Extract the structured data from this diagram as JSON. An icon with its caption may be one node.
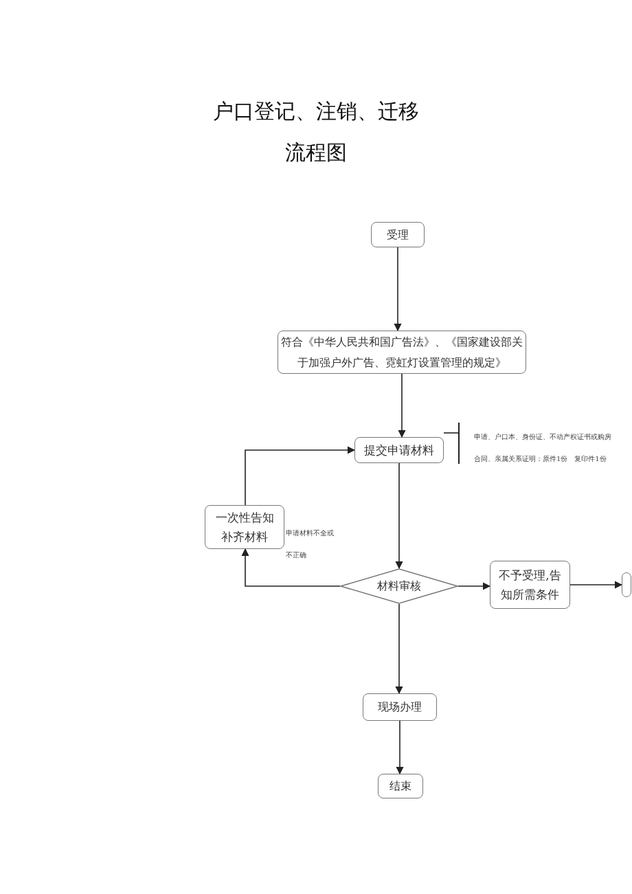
{
  "diagram": {
    "title": "户口登记、注销、迁移流程图",
    "nodes": [
      {
        "text": [
          "受理"
        ]
      },
      {
        "text": [
          "符合《中华人民共和国广告法》、《国家建设部关于加强户外广告、霓虹灯设置管理的规定》"
        ]
      },
      {
        "text": [
          "提交申请材料"
        ]
      },
      {
        "text": [
          "申请、户口本、身份证、不动产权证书或购房合同、亲属关系证明：原件1份　复印件1份"
        ]
      },
      {
        "text": [
          "一次性告知补齐材料"
        ]
      },
      {
        "text": [
          "材料审核"
        ]
      },
      {
        "text": [
          "不予受理,告知所需条件"
        ]
      },
      {
        "text": [],
        "shape": "box"
      },
      {
        "text": [
          "现场办理"
        ]
      },
      {
        "text": [
          "结束"
        ]
      }
    ],
    "edges": [
      {
        "from": 0,
        "to": 1,
        "arrow": "to"
      },
      {
        "from": 1,
        "to": 2,
        "arrow": "to"
      },
      {
        "from": 3,
        "to": 2,
        "arrow": "none"
      },
      {
        "from": 5,
        "to": 4,
        "arrow": "to",
        "label": "申请材料不全或不正确"
      },
      {
        "from": 4,
        "to": 2,
        "arrow": "to"
      },
      {
        "from": 2,
        "to": 5,
        "arrow": "to"
      },
      {
        "from": 5,
        "to": 6,
        "arrow": "to"
      },
      {
        "from": 6,
        "to": 7,
        "arrow": "to"
      },
      {
        "from": 5,
        "to": 8,
        "arrow": "to"
      },
      {
        "from": 8,
        "to": 9,
        "arrow": "to"
      }
    ]
  }
}
